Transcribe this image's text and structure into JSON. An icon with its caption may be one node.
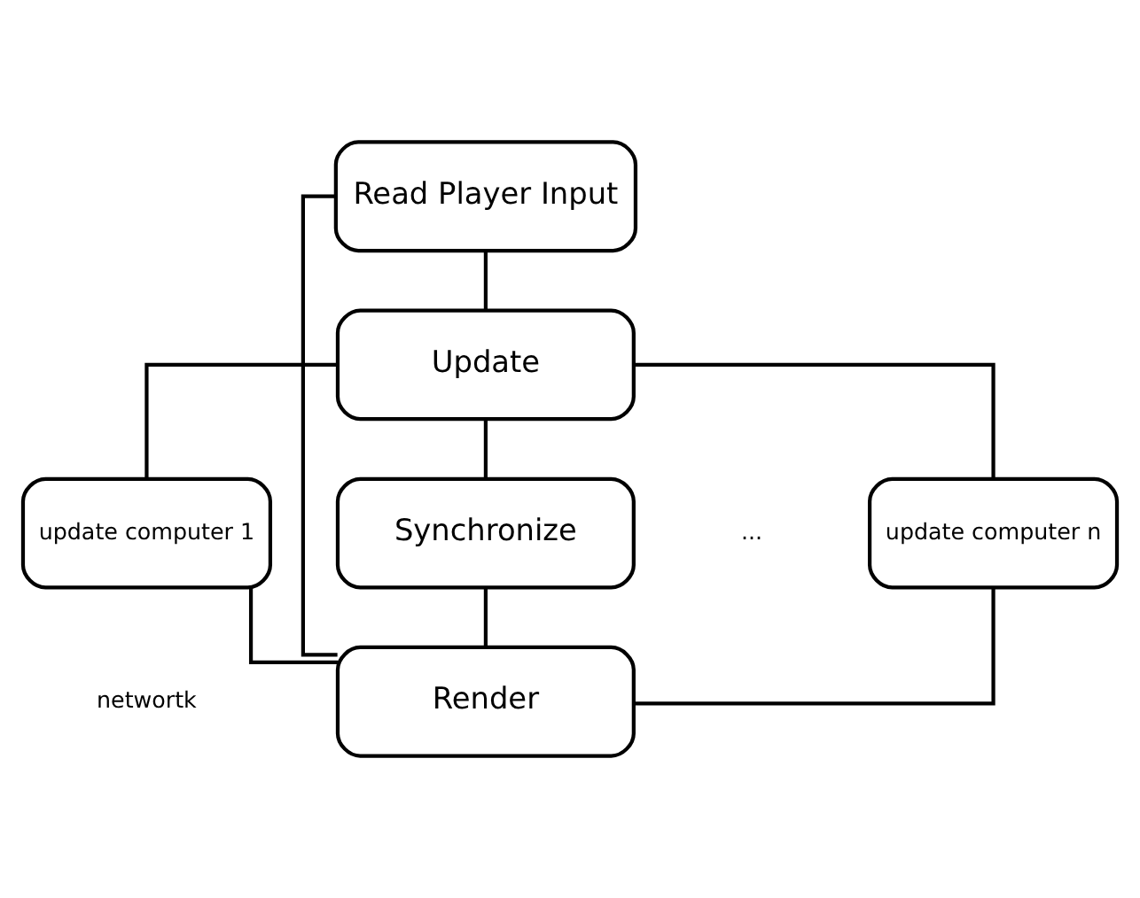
{
  "diagram": {
    "nodes": [
      {
        "text": [
          "Read Player Input"
        ]
      },
      {
        "text": [
          "Update"
        ]
      },
      {
        "text": [
          "Synchronize"
        ]
      },
      {
        "text": [
          "Render"
        ]
      },
      {
        "text": [
          "update computer 1"
        ]
      },
      {
        "text": [
          "update computer n"
        ]
      }
    ],
    "edges": [
      {
        "from": 0,
        "to": 1,
        "arrow": "none"
      },
      {
        "from": 1,
        "to": 2,
        "arrow": "none"
      },
      {
        "from": 2,
        "to": 3,
        "arrow": "none"
      },
      {
        "from": 3,
        "to": 0,
        "arrow": "none"
      },
      {
        "from": 4,
        "to": 1,
        "arrow": "none"
      },
      {
        "from": 5,
        "to": 1,
        "arrow": "none"
      },
      {
        "from": 4,
        "to": 3,
        "arrow": "none"
      },
      {
        "from": 5,
        "to": 3,
        "arrow": "none"
      }
    ],
    "labels": [
      "...",
      "networtk"
    ]
  }
}
